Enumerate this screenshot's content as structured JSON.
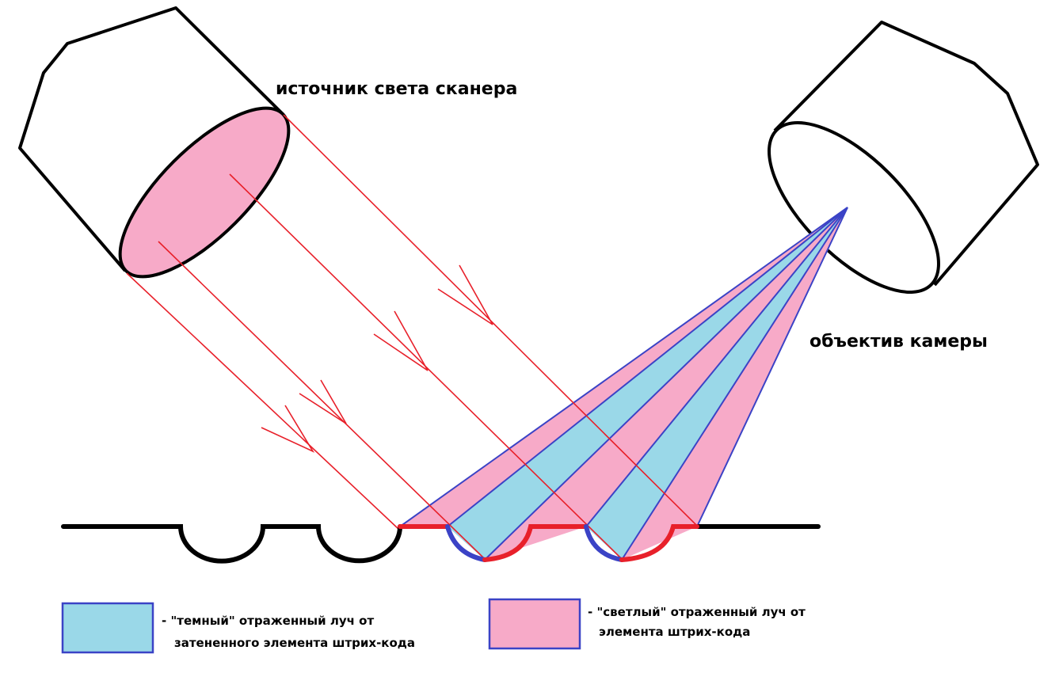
{
  "labels": {
    "light_source": "источник света сканера",
    "camera_lens": "объектив камеры"
  },
  "legend": [
    {
      "line1": "- \"темный\" отраженный луч от",
      "line2": "затененного элемента штрих-кода",
      "color": "#9ad8e8"
    },
    {
      "line1": "- \"светлый\" отраженный луч от",
      "line2": "элемента штрих-кода",
      "color": "#f7aac8"
    }
  ],
  "colors": {
    "outline": "#000000",
    "incident_ray": "#e8202a",
    "reflected_edge": "#3b43c6",
    "dark_beam": "#9ad8e8",
    "light_beam": "#f7aac8",
    "source_face": "#f7aac8"
  }
}
